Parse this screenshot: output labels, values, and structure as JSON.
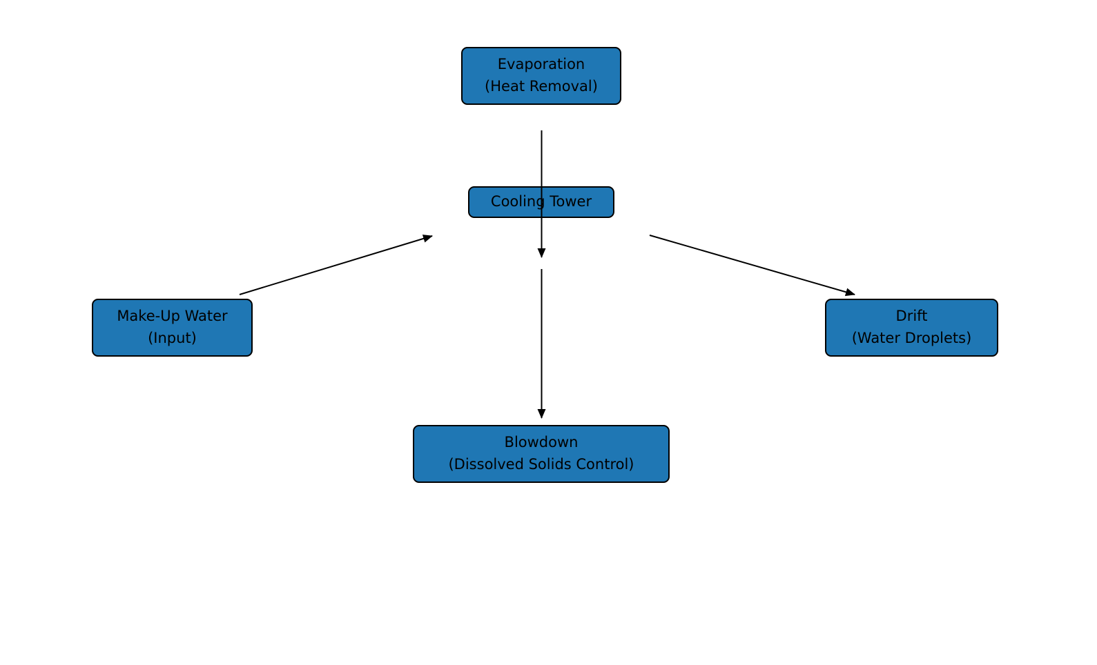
{
  "colors": {
    "node_fill": "#1f77b4",
    "node_border": "#000000",
    "arrow": "#000000",
    "background": "#ffffff"
  },
  "nodes": {
    "evaporation": {
      "line1": "Evaporation",
      "line2": "(Heat Removal)"
    },
    "cooling_tower": {
      "line1": "Cooling Tower"
    },
    "makeup_water": {
      "line1": "Make-Up Water",
      "line2": "(Input)"
    },
    "drift": {
      "line1": "Drift",
      "line2": "(Water Droplets)"
    },
    "blowdown": {
      "line1": "Blowdown",
      "line2": "(Dissolved Solids Control)"
    }
  },
  "edges": [
    {
      "from": "Evaporation (Heat Removal)",
      "to": "Cooling Tower"
    },
    {
      "from": "Cooling Tower",
      "to": "Blowdown (Dissolved Solids Control)"
    },
    {
      "from": "Make-Up Water (Input)",
      "to": "Cooling Tower"
    },
    {
      "from": "Cooling Tower",
      "to": "Drift (Water Droplets)"
    }
  ]
}
